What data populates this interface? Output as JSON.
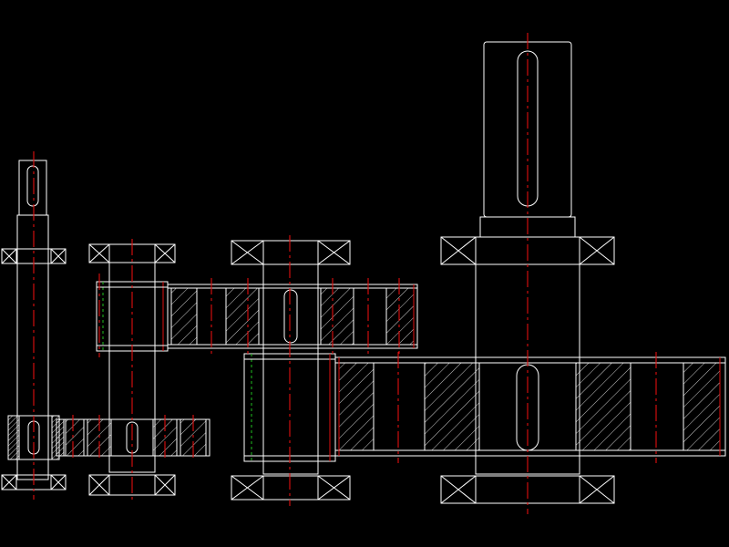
{
  "drawing": {
    "description_colors": {
      "background": "#000000",
      "outline": "#ffffff",
      "centerline": "#e01010",
      "hidden_line": "#20c020"
    },
    "components": [
      "input-shaft",
      "intermediate-shaft-1",
      "intermediate-shaft-2",
      "output-shaft"
    ]
  }
}
